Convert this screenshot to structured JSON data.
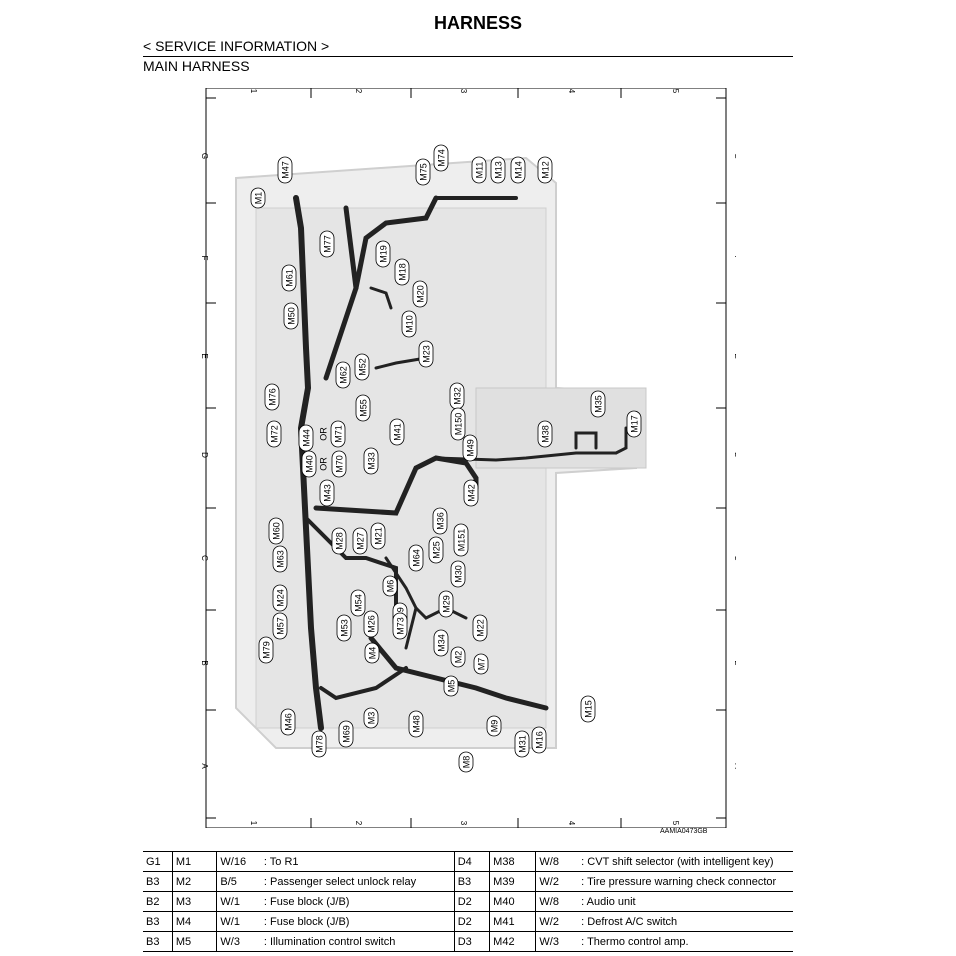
{
  "header": {
    "title": "HARNESS",
    "section": "< SERVICE INFORMATION >",
    "subsection": "MAIN HARNESS"
  },
  "diagram": {
    "code": "AAMIA0473GB",
    "col_labels": [
      "1",
      "2",
      "3",
      "4",
      "5"
    ],
    "row_labels": [
      "G",
      "F",
      "E",
      "D",
      "C",
      "B",
      "A"
    ],
    "connectors": [
      "M47",
      "M74",
      "M1",
      "M75",
      "M11",
      "M13",
      "M14",
      "M12",
      "M77",
      "M19",
      "M18",
      "M61",
      "M20",
      "M50",
      "M10",
      "M23",
      "M62",
      "M52",
      "M76",
      "M55",
      "M32",
      "M35",
      "M72",
      "M44",
      "OR",
      "M71",
      "M41",
      "M150",
      "M38",
      "M17",
      "M40",
      "OR",
      "M70",
      "M33",
      "M49",
      "M43",
      "M42",
      "M36",
      "M60",
      "M28",
      "M27",
      "M21",
      "M151",
      "M25",
      "M63",
      "M64",
      "M30",
      "M54",
      "M6",
      "M24",
      "M29",
      "M26",
      "M39",
      "M53",
      "M57",
      "M73",
      "M22",
      "M79",
      "M4",
      "M34",
      "M2",
      "M7",
      "M5",
      "M3",
      "M15",
      "M48",
      "M9",
      "M46",
      "M78",
      "M69",
      "M31",
      "M16",
      "M8"
    ]
  },
  "connector_table": {
    "rows": [
      {
        "left": [
          "G1",
          "M1",
          "W/16",
          ": To R1"
        ],
        "right": [
          "D4",
          "M38",
          "W/8",
          ": CVT shift selector (with intelligent key)"
        ]
      },
      {
        "left": [
          "B3",
          "M2",
          "B/5",
          ": Passenger select unlock relay"
        ],
        "right": [
          "B3",
          "M39",
          "W/2",
          ": Tire pressure warning check connector"
        ]
      },
      {
        "left": [
          "B2",
          "M3",
          "W/1",
          ": Fuse block (J/B)"
        ],
        "right": [
          "D2",
          "M40",
          "W/8",
          ": Audio unit"
        ]
      },
      {
        "left": [
          "B3",
          "M4",
          "W/1",
          ": Fuse block (J/B)"
        ],
        "right": [
          "D2",
          "M41",
          "W/2",
          ": Defrost A/C switch"
        ]
      },
      {
        "left": [
          "B3",
          "M5",
          "W/3",
          ": Illumination control switch"
        ],
        "right": [
          "D3",
          "M42",
          "W/3",
          ": Thermo control amp."
        ]
      }
    ]
  }
}
